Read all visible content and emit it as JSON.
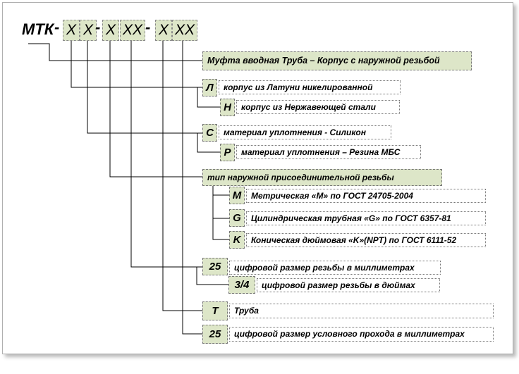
{
  "prefix": "МТК",
  "segments": [
    "X",
    "X",
    "X",
    "XX",
    "X",
    "XX"
  ],
  "separator": "-",
  "title": "Муфта вводная Труба – Корпус с наружной резьбой",
  "body_material": [
    {
      "code": "Л",
      "text": "корпус из Латуни никелированной"
    },
    {
      "code": "Н",
      "text": "корпус из Нержавеющей стали"
    }
  ],
  "seal_material": [
    {
      "code": "С",
      "text": "материал уплотнения - Силикон"
    },
    {
      "code": "Р",
      "text": "материал уплотнения – Резина МБС"
    }
  ],
  "thread_type": {
    "title": "тип наружной присоединительной резьбы",
    "options": [
      {
        "code": "M",
        "text": "Метрическая «М» по ГОСТ 24705-2004"
      },
      {
        "code": "G",
        "text": "Цилиндрическая трубная «G» по ГОСТ 6357-81"
      },
      {
        "code": "K",
        "text": "Коническая дюймовая «K»(NPT) по ГОСТ 6111-52"
      }
    ]
  },
  "thread_size": [
    {
      "code": "25",
      "text": "цифровой размер резьбы в миллиметрах"
    },
    {
      "code": "3/4",
      "text": "цифровой размер резьбы в дюймах"
    }
  ],
  "pipe": {
    "code": "Т",
    "text": "Труба"
  },
  "bore": {
    "code": "25",
    "text": "цифровой размер условного прохода в миллиметрах"
  }
}
